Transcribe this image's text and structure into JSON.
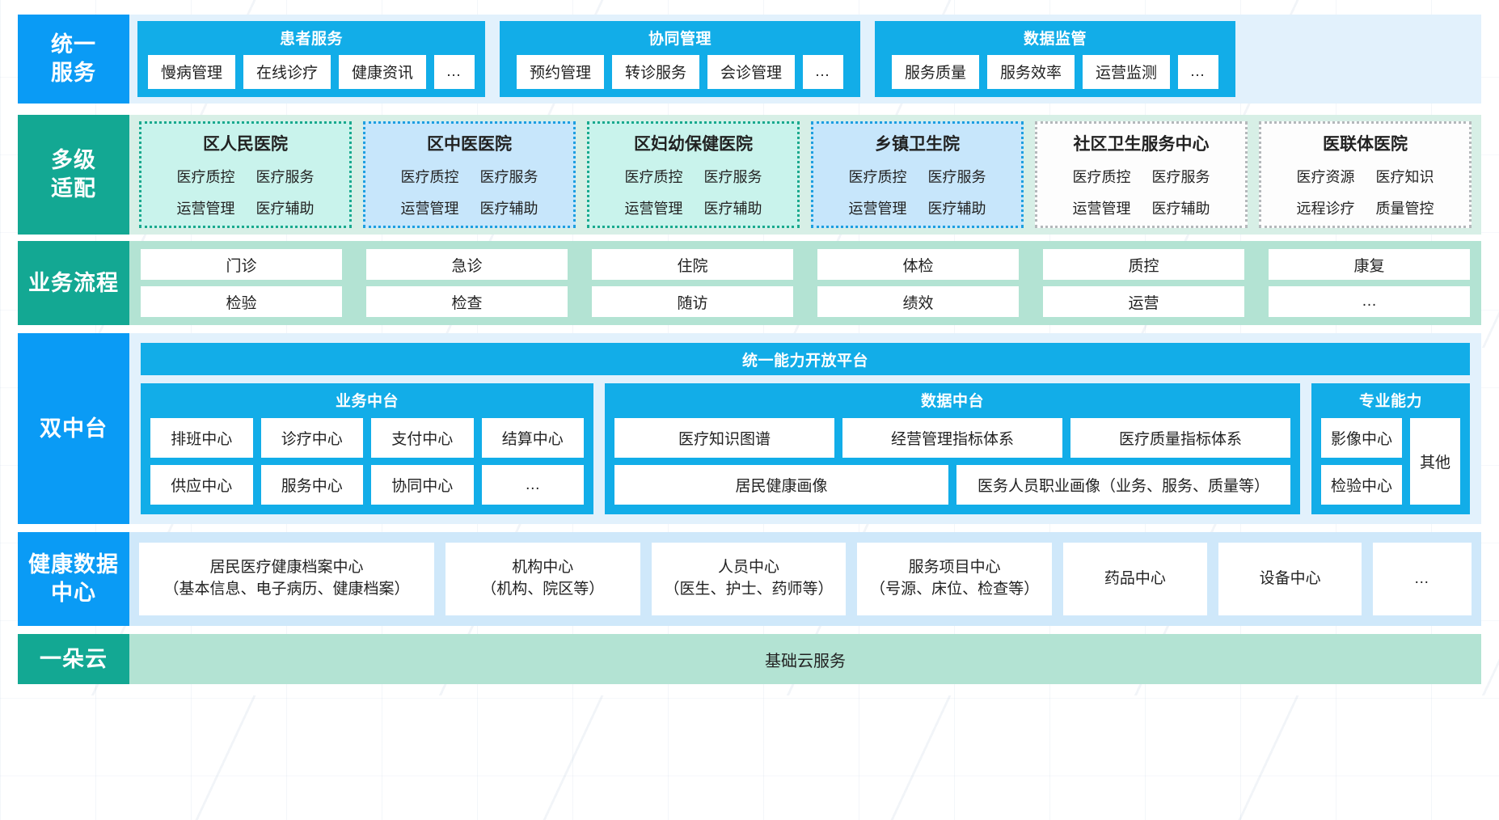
{
  "rows": {
    "unified": {
      "label": "统一\n服务",
      "groups": [
        {
          "title": "患者服务",
          "items": [
            "慢病管理",
            "在线诊疗",
            "健康资讯",
            "…"
          ]
        },
        {
          "title": "协同管理",
          "items": [
            "预约管理",
            "转诊服务",
            "会诊管理",
            "…"
          ]
        },
        {
          "title": "数据监管",
          "items": [
            "服务质量",
            "服务效率",
            "运营监测",
            "…"
          ]
        }
      ]
    },
    "adapt": {
      "label": "多级\n适配",
      "orgs": [
        {
          "title": "区人民医院",
          "style": "mint",
          "row1": [
            "医疗质控",
            "医疗服务"
          ],
          "row2": [
            "运营管理",
            "医疗辅助"
          ]
        },
        {
          "title": "区中医医院",
          "style": "sky",
          "row1": [
            "医疗质控",
            "医疗服务"
          ],
          "row2": [
            "运营管理",
            "医疗辅助"
          ]
        },
        {
          "title": "区妇幼保健医院",
          "style": "mint",
          "row1": [
            "医疗质控",
            "医疗服务"
          ],
          "row2": [
            "运营管理",
            "医疗辅助"
          ]
        },
        {
          "title": "乡镇卫生院",
          "style": "sky",
          "row1": [
            "医疗质控",
            "医疗服务"
          ],
          "row2": [
            "运营管理",
            "医疗辅助"
          ]
        },
        {
          "title": "社区卫生服务中心",
          "style": "plain",
          "row1": [
            "医疗质控",
            "医疗服务"
          ],
          "row2": [
            "运营管理",
            "医疗辅助"
          ]
        },
        {
          "title": "医联体医院",
          "style": "plain",
          "row1": [
            "医疗资源",
            "医疗知识"
          ],
          "row2": [
            "远程诊疗",
            "质量管控"
          ]
        }
      ]
    },
    "flow": {
      "label": "业务流程",
      "line1": [
        "门诊",
        "急诊",
        "住院",
        "体检",
        "质控",
        "康复"
      ],
      "line2": [
        "检验",
        "检查",
        "随访",
        "绩效",
        "运营",
        "…"
      ]
    },
    "platform": {
      "label": "双中台",
      "open_platform": "统一能力开放平台",
      "business": {
        "title": "业务中台",
        "line1": [
          "排班中心",
          "诊疗中心",
          "支付中心",
          "结算中心"
        ],
        "line2": [
          "供应中心",
          "服务中心",
          "协同中心",
          "…"
        ]
      },
      "data": {
        "title": "数据中台",
        "line1": [
          "医疗知识图谱",
          "经营管理指标体系",
          "医疗质量指标体系"
        ],
        "line2": [
          "居民健康画像",
          "医务人员职业画像（业务、服务、质量等）"
        ]
      },
      "special": {
        "title": "专业能力",
        "left": [
          "影像中心",
          "检验中心"
        ],
        "right": "其他"
      }
    },
    "health": {
      "label": "健康数据\n中心",
      "items": [
        {
          "name": "居民医疗健康档案中心",
          "sub": "（基本信息、电子病历、健康档案）",
          "size": "w-wide"
        },
        {
          "name": "机构中心",
          "sub": "（机构、院区等）",
          "size": "w-mid"
        },
        {
          "name": "人员中心",
          "sub": "（医生、护士、药师等）",
          "size": "w-mid"
        },
        {
          "name": "服务项目中心",
          "sub": "（号源、床位、检查等）",
          "size": "w-mid"
        },
        {
          "name": "药品中心",
          "sub": "",
          "size": "w-nar"
        },
        {
          "name": "设备中心",
          "sub": "",
          "size": "w-nar"
        },
        {
          "name": "…",
          "sub": "",
          "size": "w-dots"
        }
      ]
    },
    "cloud": {
      "label": "一朵云",
      "text": "基础云服务"
    }
  },
  "colors": {
    "blue_label": "#0a9bf5",
    "teal_label": "#13a893",
    "panel_blue": "#12ade8",
    "band_blue": "#e2f1fc",
    "band_mint": "#d7efe6",
    "band_green": "#b3e3d3",
    "band_sky": "#cfe8fa"
  }
}
